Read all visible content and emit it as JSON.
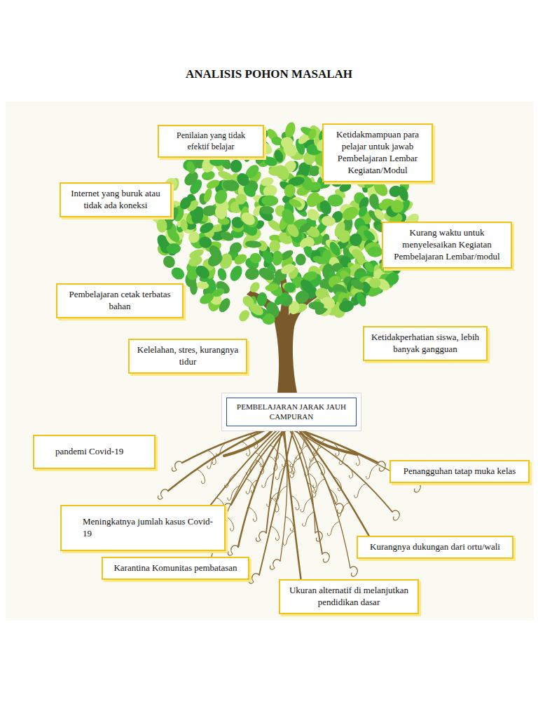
{
  "diagram": {
    "title": "ANALISIS POHON MASALAH",
    "nodes": [
      {
        "text": [
          "Penilaian yang tidak efektif belajar"
        ]
      },
      {
        "text": [
          "Ketidakmampuan para pelajar untuk jawab Pembelajaran Lembar Kegiatan/Modul"
        ]
      },
      {
        "text": [
          "Internet yang buruk atau tidak ada koneksi"
        ]
      },
      {
        "text": [
          "Kurang waktu untuk menyelesaikan Kegiatan Pembelajaran Lembar/modul"
        ]
      },
      {
        "text": [
          "Pembelajaran cetak terbatas bahan"
        ]
      },
      {
        "text": [
          "Ketidakperhatian siswa, lebih banyak gangguan"
        ]
      },
      {
        "text": [
          "Kelelahan, stres, kurangnya tidur"
        ]
      },
      {
        "text": [
          "PEMBELAJARAN JARAK JAUH CAMPURAN"
        ]
      },
      {
        "text": [
          "pandemi Covid-19"
        ]
      },
      {
        "text": [
          "Penangguhan tatap muka kelas"
        ]
      },
      {
        "text": [
          "Meningkatnya jumlah kasus Covid-19"
        ]
      },
      {
        "text": [
          "Kurangnya dukungan dari ortu/wali"
        ]
      },
      {
        "text": [
          "Karantina Komunitas pembatasan"
        ]
      },
      {
        "text": [
          "Ukuran alternatif di melanjutkan pendidikan dasar"
        ]
      }
    ]
  }
}
